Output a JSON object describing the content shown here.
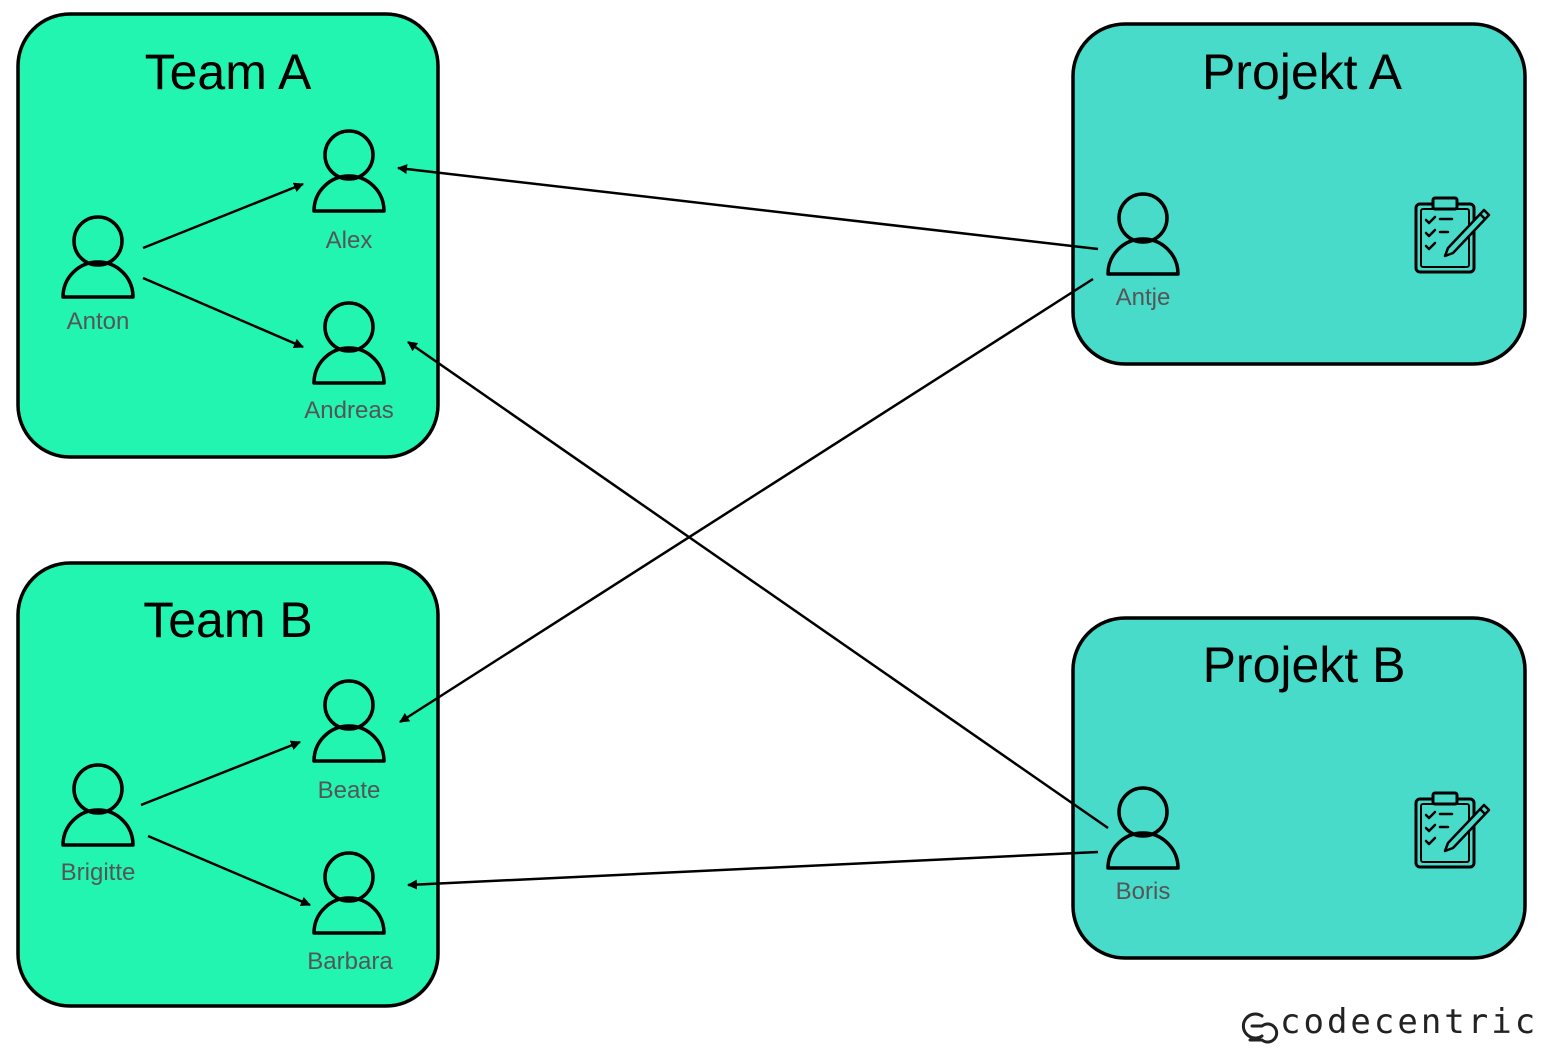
{
  "colors": {
    "team_fill": "#21F5B0",
    "project_fill": "#48DBCA",
    "stroke": "#000000",
    "name_text": "#555555"
  },
  "teams": {
    "a": {
      "title": "Team A",
      "lead": "Anton",
      "members": [
        "Alex",
        "Andreas"
      ]
    },
    "b": {
      "title": "Team B",
      "lead": "Brigitte",
      "members": [
        "Beate",
        "Barbara"
      ]
    }
  },
  "projects": {
    "a": {
      "title": "Projekt A",
      "person": "Antje",
      "icon": "clipboard-edit-icon"
    },
    "b": {
      "title": "Projekt B",
      "person": "Boris",
      "icon": "clipboard-edit-icon"
    }
  },
  "connections": [
    {
      "from": "Anton",
      "to": "Alex"
    },
    {
      "from": "Anton",
      "to": "Andreas"
    },
    {
      "from": "Brigitte",
      "to": "Beate"
    },
    {
      "from": "Brigitte",
      "to": "Barbara"
    },
    {
      "from": "Antje",
      "to": "Alex"
    },
    {
      "from": "Antje",
      "to": "Beate"
    },
    {
      "from": "Boris",
      "to": "Andreas"
    },
    {
      "from": "Boris",
      "to": "Barbara"
    }
  ],
  "logo": {
    "text": "codecentric",
    "icon": "codecentric-logo-icon"
  }
}
